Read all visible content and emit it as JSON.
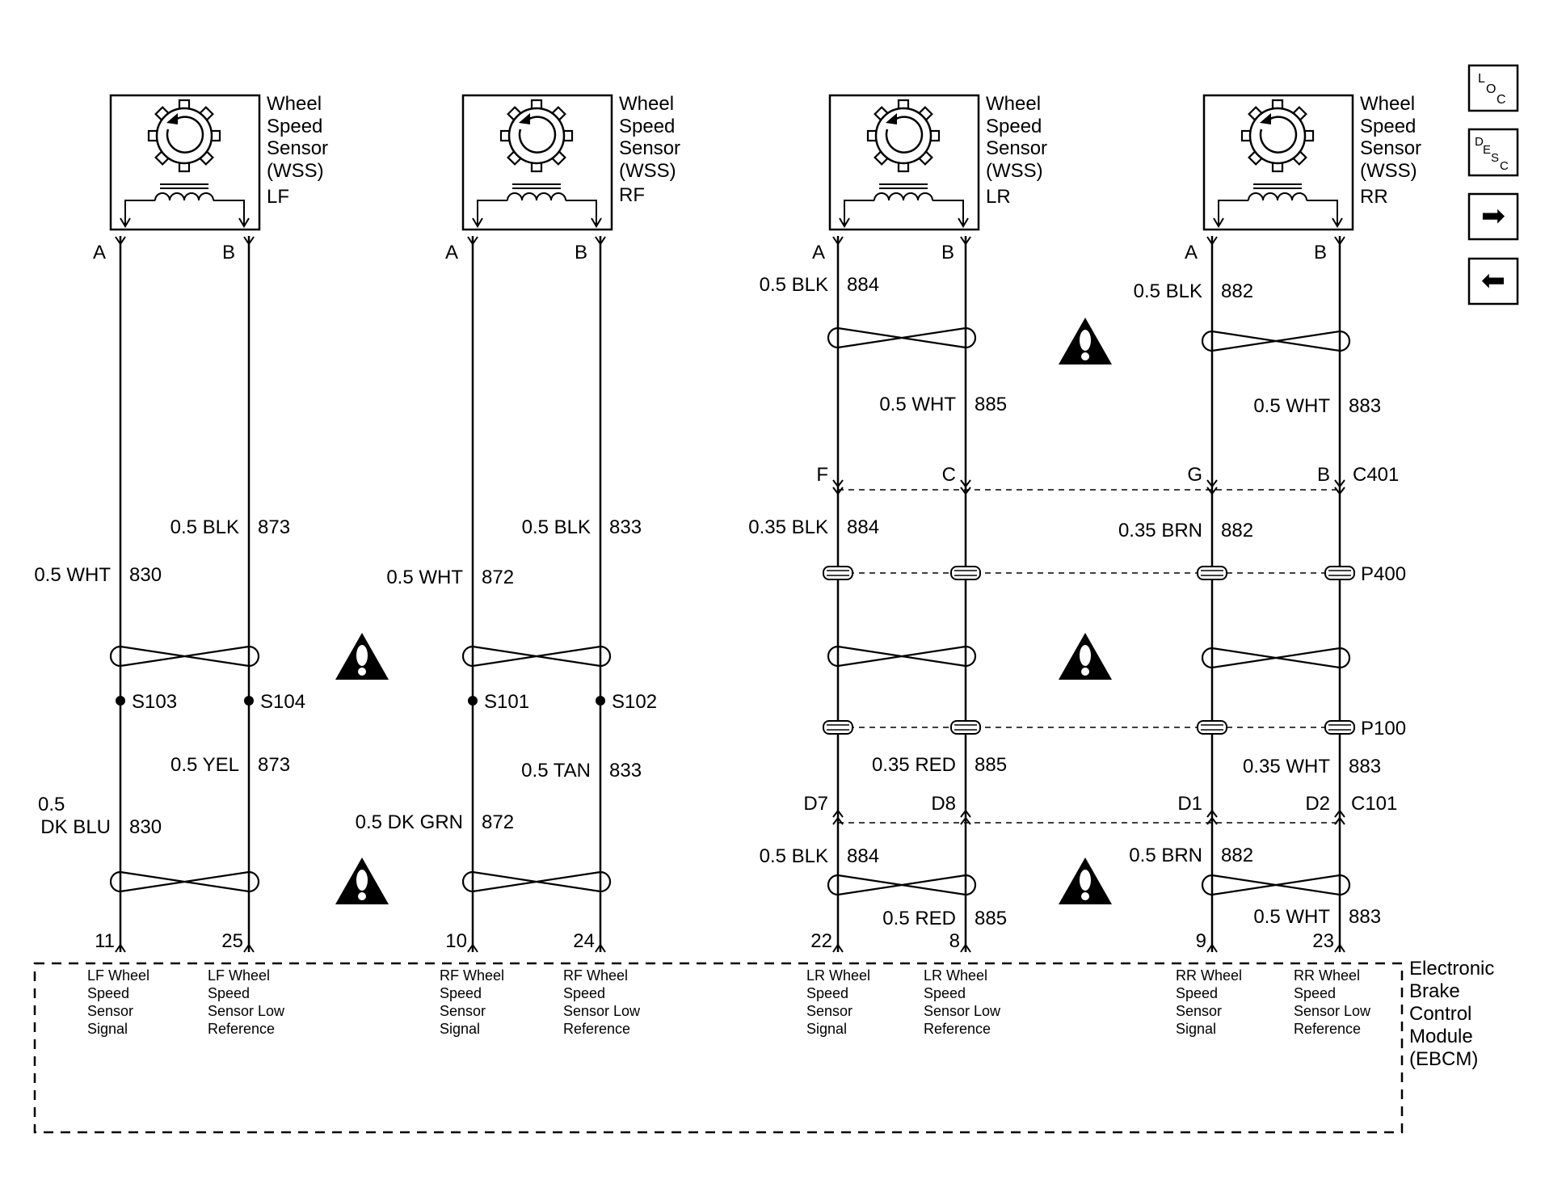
{
  "sensors": [
    {
      "name_lines": [
        "Wheel",
        "Speed",
        "Sensor",
        "(WSS)"
      ],
      "position": "LF",
      "pin_a": "A",
      "pin_b": "B"
    },
    {
      "name_lines": [
        "Wheel",
        "Speed",
        "Sensor",
        "(WSS)"
      ],
      "position": "RF",
      "pin_a": "A",
      "pin_b": "B"
    },
    {
      "name_lines": [
        "Wheel",
        "Speed",
        "Sensor",
        "(WSS)"
      ],
      "position": "LR",
      "pin_a": "A",
      "pin_b": "B"
    },
    {
      "name_lines": [
        "Wheel",
        "Speed",
        "Sensor",
        "(WSS)"
      ],
      "position": "RR",
      "pin_a": "A",
      "pin_b": "B"
    }
  ],
  "wire_labels": {
    "lf_b_top": {
      "size": "0.5 BLK",
      "circuit": "873"
    },
    "lf_a_top": {
      "size": "0.5 WHT",
      "circuit": "830"
    },
    "lf_b_bottom": {
      "size": "0.5 YEL",
      "circuit": "873"
    },
    "lf_a_bottom": {
      "size_line1": "0.5",
      "size_line2": "DK BLU",
      "circuit": "830"
    },
    "rf_b_top": {
      "size": "0.5 BLK",
      "circuit": "833"
    },
    "rf_a_top": {
      "size": "0.5 WHT",
      "circuit": "872"
    },
    "rf_b_bottom": {
      "size": "0.5 TAN",
      "circuit": "833"
    },
    "rf_a_bottom": {
      "size": "0.5 DK GRN",
      "circuit": "872"
    },
    "lr_a_top": {
      "size": "0.5 BLK",
      "circuit": "884"
    },
    "lr_b_top": {
      "size": "0.5 WHT",
      "circuit": "885"
    },
    "lr_a_mid": {
      "size": "0.35 BLK",
      "circuit": "884"
    },
    "lr_b_mid": {
      "size": "0.35 RED",
      "circuit": "885"
    },
    "lr_a_bottom": {
      "size": "0.5 BLK",
      "circuit": "884"
    },
    "lr_b_bottom": {
      "size": "0.5 RED",
      "circuit": "885"
    },
    "rr_a_top": {
      "size": "0.5 BLK",
      "circuit": "882"
    },
    "rr_b_top": {
      "size": "0.5 WHT",
      "circuit": "883"
    },
    "rr_a_mid": {
      "size": "0.35 BRN",
      "circuit": "882"
    },
    "rr_b_mid": {
      "size": "0.35 WHT",
      "circuit": "883"
    },
    "rr_a_bottom": {
      "size": "0.5 BRN",
      "circuit": "882"
    },
    "rr_b_bottom": {
      "size": "0.5 WHT",
      "circuit": "883"
    }
  },
  "splices": {
    "s103": "S103",
    "s104": "S104",
    "s101": "S101",
    "s102": "S102"
  },
  "connectors": {
    "c401": {
      "name": "C401",
      "pins": [
        "F",
        "C",
        "G",
        "B"
      ]
    },
    "p400": {
      "name": "P400"
    },
    "p100": {
      "name": "P100"
    },
    "c101": {
      "name": "C101",
      "pins": [
        "D7",
        "D8",
        "D1",
        "D2"
      ]
    }
  },
  "ebcm": {
    "name_lines": [
      "Electronic",
      "Brake",
      "Control",
      "Module",
      "(EBCM)"
    ],
    "terminals": [
      {
        "pin": "11",
        "lines": [
          "LF Wheel",
          "Speed",
          "Sensor",
          "Signal"
        ]
      },
      {
        "pin": "25",
        "lines": [
          "LF Wheel",
          "Speed",
          "Sensor Low",
          "Reference"
        ]
      },
      {
        "pin": "10",
        "lines": [
          "RF Wheel",
          "Speed",
          "Sensor",
          "Signal"
        ]
      },
      {
        "pin": "24",
        "lines": [
          "RF Wheel",
          "Speed",
          "Sensor Low",
          "Reference"
        ]
      },
      {
        "pin": "22",
        "lines": [
          "LR Wheel",
          "Speed",
          "Sensor",
          "Signal"
        ]
      },
      {
        "pin": "8",
        "lines": [
          "LR Wheel",
          "Speed",
          "Sensor Low",
          "Reference"
        ]
      },
      {
        "pin": "9",
        "lines": [
          "RR Wheel",
          "Speed",
          "Sensor",
          "Signal"
        ]
      },
      {
        "pin": "23",
        "lines": [
          "RR Wheel",
          "Speed",
          "Sensor Low",
          "Reference"
        ]
      }
    ]
  },
  "nav": {
    "loc": {
      "l": "L",
      "o": "O",
      "c": "C"
    },
    "desc": {
      "d": "D",
      "e": "E",
      "s": "S",
      "c": "C"
    },
    "next_glyph": "➡",
    "prev_glyph": "⬅"
  },
  "icons": {
    "warning": "warning-icon",
    "sensor": "wheel-speed-sensor-icon",
    "next": "arrow-right-icon",
    "prev": "arrow-left-icon"
  }
}
